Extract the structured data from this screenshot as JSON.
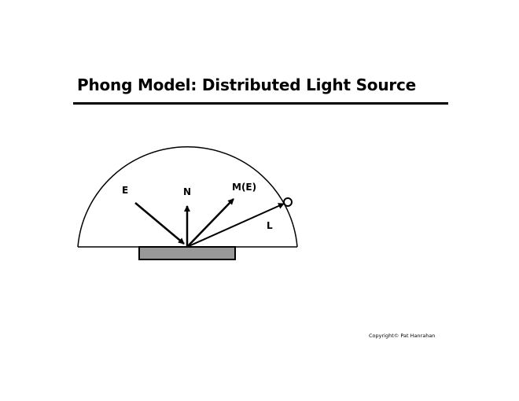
{
  "slide": {
    "title": "Phong Model: Distributed Light Source",
    "copyright": "Copyright© Pat Hanrahan"
  },
  "diagram": {
    "labels": {
      "eye": "E",
      "normal": "N",
      "mirror": "M(E)",
      "light": "L"
    },
    "colors": {
      "surface": "#999999",
      "stroke": "#000000"
    }
  }
}
